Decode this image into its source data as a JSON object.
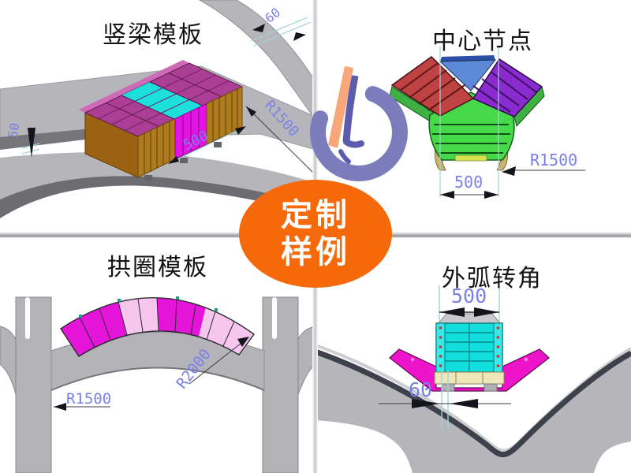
{
  "panels": {
    "top_left": {
      "title": "竖梁模板",
      "dims": {
        "d60": "60",
        "d50": "50",
        "d500": "500",
        "r1500": "R1500"
      }
    },
    "top_right": {
      "title": "中心节点",
      "dims": {
        "r1500": "R1500",
        "d500": "500"
      }
    },
    "bottom_left": {
      "title": "拱圈模板",
      "dims": {
        "r1500": "R1500",
        "r2000": "R2000"
      }
    },
    "bottom_right": {
      "title": "外弧转角",
      "dims": {
        "d500": "500",
        "d60": "60"
      }
    }
  },
  "badge": {
    "line1": "定制",
    "line2": "样例"
  },
  "colors": {
    "badge_orange": "#f6690b",
    "dimension_blue": "#7b80e8",
    "extension_teal": "#9fd4d4",
    "concrete_gray": "#b6b6ba",
    "formwork_magenta_bright": "#e412e4",
    "formwork_magenta_dark": "#ab3e95",
    "formwork_pink_pale": "#f6c6ee",
    "formwork_cyan": "#17dfdc",
    "frame_orange": "#b07a1e",
    "node_red": "#c04343",
    "node_blue": "#5d8ad8",
    "node_purple": "#8a2bd0",
    "node_green": "#46d948",
    "logo_purple": "#7c7cbd",
    "logo_orange": "#f8a878"
  }
}
